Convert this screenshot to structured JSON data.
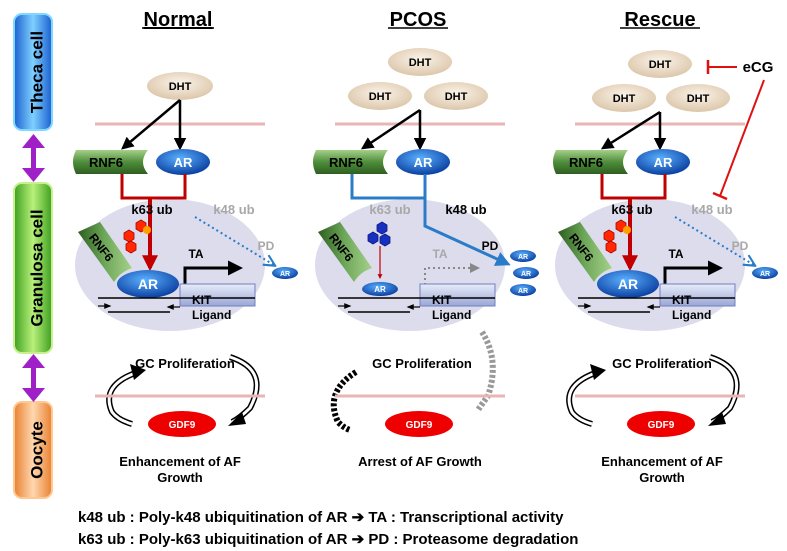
{
  "side_labels": {
    "theca": "Theca cell",
    "granulosa": "Granulosa cell",
    "oocyte": "Oocyte"
  },
  "panels": {
    "normal": {
      "title": "Normal",
      "dht": [
        "DHT"
      ],
      "rnf6": "RNF6",
      "ar": "AR",
      "rnf6_bound": "RNF6",
      "ar_bound": "AR",
      "k63": "k63 ub",
      "k48": "k48 ub",
      "ta": "TA",
      "pd": "PD",
      "ar_degraded": [
        "AR"
      ],
      "kit_line1": "KIT",
      "kit_line2": "Ligand",
      "gc": "GC Proliferation",
      "gdf9": "GDF9",
      "outcome_line1": "Enhancement of AF",
      "outcome_line2": "Growth"
    },
    "pcos": {
      "title": "PCOS",
      "dht": [
        "DHT",
        "DHT",
        "DHT"
      ],
      "rnf6": "RNF6",
      "ar": "AR",
      "rnf6_bound": "RNF6",
      "ar_bound": "AR",
      "k63": "k63 ub",
      "k48": "k48 ub",
      "ta": "TA",
      "pd": "PD",
      "ar_degraded": [
        "AR",
        "AR",
        "AR"
      ],
      "kit_line1": "KIT",
      "kit_line2": "Ligand",
      "gc": "GC Proliferation",
      "gdf9": "GDF9",
      "outcome_line1": "Arrest of AF Growth",
      "outcome_line2": ""
    },
    "rescue": {
      "title": "Rescue",
      "dht": [
        "DHT",
        "DHT",
        "DHT"
      ],
      "rnf6": "RNF6",
      "ar": "AR",
      "rnf6_bound": "RNF6",
      "ar_bound": "AR",
      "k63": "k63 ub",
      "k48": "k48 ub",
      "ta": "TA",
      "pd": "PD",
      "ar_degraded": [
        "AR"
      ],
      "kit_line1": "KIT",
      "kit_line2": "Ligand",
      "gc": "GC Proliferation",
      "gdf9": "GDF9",
      "outcome_line1": "Enhancement of AF",
      "outcome_line2": "Growth",
      "ecg": "eCG"
    }
  },
  "legend": {
    "line1": "k48 ub : Poly-k48 ubiquitination of AR ➔ TA : Transcriptional activity",
    "line2": "k63 ub : Poly-k63 ubiquitination of AR ➔ PD : Proteasome degradation"
  },
  "colors": {
    "theca": "#2f7fe0",
    "granulosa": "#5fc23a",
    "oocyte": "#e8924a",
    "double_arrow": "#a020c8",
    "cell_body": "#dcdcec",
    "membrane": "#e8b4b4",
    "dht_fill": "#ecdcc8",
    "rnf6_fill": "#4a8a3a",
    "ar_fill": "#1f6fd0",
    "k63_red": "#c00000",
    "k48_blue": "#2a7cc8",
    "gdf9_red": "#ee0000",
    "inhibit_red": "#e01010",
    "ub_red": "#ff2a00",
    "ub_blue": "#1830c0"
  }
}
